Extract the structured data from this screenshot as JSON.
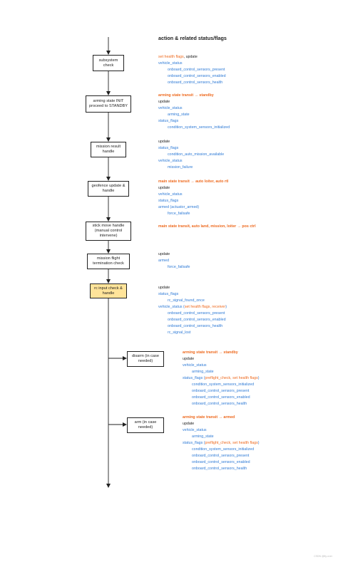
{
  "header": "action & related status/flags",
  "nodes": [
    {
      "id": "subsystem",
      "label": "subsystem check",
      "highlight": false
    },
    {
      "id": "arming-init",
      "label": "arming state INIT proceed to STANDBY",
      "highlight": false
    },
    {
      "id": "mission-result",
      "label": "mission result handle",
      "highlight": false
    },
    {
      "id": "geofence",
      "label": "geofence update & handle",
      "highlight": false
    },
    {
      "id": "stick-move",
      "label": "stick move handle (manual control intervene)",
      "highlight": false
    },
    {
      "id": "flight-term",
      "label": "mission flight termination check",
      "highlight": false
    },
    {
      "id": "rc-input",
      "label": "rc input check & handle",
      "highlight": true
    },
    {
      "id": "disarm",
      "label": "disarm (in case needed)",
      "highlight": false
    },
    {
      "id": "arm",
      "label": "arm (in case needed)",
      "highlight": false
    }
  ],
  "annotations": [
    {
      "id": "subsystem",
      "lines": [
        {
          "indent": 0,
          "spans": [
            {
              "t": "set health flags",
              "c": "org"
            },
            {
              "t": ", update",
              "c": "dark"
            }
          ]
        },
        {
          "indent": 0,
          "spans": [
            {
              "t": "vehicle_status",
              "c": "blue"
            }
          ]
        },
        {
          "indent": 1,
          "spans": [
            {
              "t": "onboard_control_sensors_present",
              "c": "blue"
            }
          ]
        },
        {
          "indent": 1,
          "spans": [
            {
              "t": "onboard_control_sensors_enabled",
              "c": "blue"
            }
          ]
        },
        {
          "indent": 1,
          "spans": [
            {
              "t": "onboard_control_sensors_health",
              "c": "blue"
            }
          ]
        }
      ]
    },
    {
      "id": "arming-init",
      "lines": [
        {
          "indent": 0,
          "spans": [
            {
              "t": "arming state transit → standby",
              "c": "ttl"
            }
          ]
        },
        {
          "indent": 0,
          "spans": [
            {
              "t": "update",
              "c": "dark"
            }
          ]
        },
        {
          "indent": 0,
          "spans": [
            {
              "t": "vehicle_status",
              "c": "blue"
            }
          ]
        },
        {
          "indent": 1,
          "spans": [
            {
              "t": "arming_state",
              "c": "blue"
            }
          ]
        },
        {
          "indent": 0,
          "spans": [
            {
              "t": "status_flags",
              "c": "blue"
            }
          ]
        },
        {
          "indent": 1,
          "spans": [
            {
              "t": "condition_system_sensors_initialized",
              "c": "blue"
            }
          ]
        }
      ]
    },
    {
      "id": "mission-result",
      "lines": [
        {
          "indent": 0,
          "spans": [
            {
              "t": "update",
              "c": "dark"
            }
          ]
        },
        {
          "indent": 0,
          "spans": [
            {
              "t": "status_flags",
              "c": "blue"
            }
          ]
        },
        {
          "indent": 1,
          "spans": [
            {
              "t": "condition_auto_mission_available",
              "c": "blue"
            }
          ]
        },
        {
          "indent": 0,
          "spans": [
            {
              "t": "vehicle_status",
              "c": "blue"
            }
          ]
        },
        {
          "indent": 1,
          "spans": [
            {
              "t": "mission_failure",
              "c": "blue"
            }
          ]
        }
      ]
    },
    {
      "id": "geofence",
      "lines": [
        {
          "indent": 0,
          "spans": [
            {
              "t": "main state transit → auto loiter, auto rtl",
              "c": "ttl"
            }
          ]
        },
        {
          "indent": 0,
          "spans": [
            {
              "t": "update",
              "c": "dark"
            }
          ]
        },
        {
          "indent": 0,
          "spans": [
            {
              "t": "vehicle_status",
              "c": "blue"
            }
          ]
        },
        {
          "indent": 0,
          "spans": [
            {
              "t": "status_flags",
              "c": "blue"
            }
          ]
        },
        {
          "indent": 0,
          "spans": [
            {
              "t": "armed (actuator_armed)",
              "c": "blue"
            }
          ]
        },
        {
          "indent": 1,
          "spans": [
            {
              "t": "force_failsafe",
              "c": "blue"
            }
          ]
        }
      ]
    },
    {
      "id": "stick-move",
      "lines": [
        {
          "indent": 0,
          "spans": [
            {
              "t": "main state transit, auto land, mission, loiter → pos ctrl",
              "c": "ttl"
            }
          ]
        }
      ]
    },
    {
      "id": "flight-term",
      "lines": [
        {
          "indent": 0,
          "spans": [
            {
              "t": "update",
              "c": "dark"
            }
          ]
        },
        {
          "indent": 0,
          "spans": [
            {
              "t": "armed",
              "c": "blue"
            }
          ]
        },
        {
          "indent": 1,
          "spans": [
            {
              "t": "force_failsafe",
              "c": "blue"
            }
          ]
        }
      ]
    },
    {
      "id": "rc-input",
      "lines": [
        {
          "indent": 0,
          "spans": [
            {
              "t": "update",
              "c": "dark"
            }
          ]
        },
        {
          "indent": 0,
          "spans": [
            {
              "t": "status_flags",
              "c": "blue"
            }
          ]
        },
        {
          "indent": 1,
          "spans": [
            {
              "t": "rc_signal_found_once",
              "c": "blue"
            }
          ]
        },
        {
          "indent": 0,
          "spans": [
            {
              "t": "vehicle_status (",
              "c": "blue"
            },
            {
              "t": "set health flags, receiver",
              "c": "org"
            },
            {
              "t": ")",
              "c": "blue"
            }
          ]
        },
        {
          "indent": 1,
          "spans": [
            {
              "t": "onboard_control_sensors_present",
              "c": "blue"
            }
          ]
        },
        {
          "indent": 1,
          "spans": [
            {
              "t": "onboard_control_sensors_enabled",
              "c": "blue"
            }
          ]
        },
        {
          "indent": 1,
          "spans": [
            {
              "t": "onboard_control_sensors_health",
              "c": "blue"
            }
          ]
        },
        {
          "indent": 1,
          "spans": [
            {
              "t": "rc_signal_lost",
              "c": "blue"
            }
          ]
        }
      ]
    },
    {
      "id": "disarm",
      "lines": [
        {
          "indent": 0,
          "spans": [
            {
              "t": "arming state transit → standby",
              "c": "ttl"
            }
          ]
        },
        {
          "indent": 0,
          "spans": [
            {
              "t": "update",
              "c": "dark"
            }
          ]
        },
        {
          "indent": 0,
          "spans": [
            {
              "t": "vehicle_status",
              "c": "blue"
            }
          ]
        },
        {
          "indent": 1,
          "spans": [
            {
              "t": "arming_state",
              "c": "blue"
            }
          ]
        },
        {
          "indent": 0,
          "spans": [
            {
              "t": "status_flags (",
              "c": "blue"
            },
            {
              "t": "preflight_check, set health flags",
              "c": "org"
            },
            {
              "t": ")",
              "c": "blue"
            }
          ]
        },
        {
          "indent": 1,
          "spans": [
            {
              "t": "condition_system_sensors_initialized",
              "c": "blue"
            }
          ]
        },
        {
          "indent": 1,
          "spans": [
            {
              "t": "onboard_control_sensors_present",
              "c": "blue"
            }
          ]
        },
        {
          "indent": 1,
          "spans": [
            {
              "t": "onboard_control_sensors_enabled",
              "c": "blue"
            }
          ]
        },
        {
          "indent": 1,
          "spans": [
            {
              "t": "onboard_control_sensors_health",
              "c": "blue"
            }
          ]
        }
      ]
    },
    {
      "id": "arm",
      "lines": [
        {
          "indent": 0,
          "spans": [
            {
              "t": "arming state transit → armed",
              "c": "ttl"
            }
          ]
        },
        {
          "indent": 0,
          "spans": [
            {
              "t": "update",
              "c": "dark"
            }
          ]
        },
        {
          "indent": 0,
          "spans": [
            {
              "t": "vehicle_status",
              "c": "blue"
            }
          ]
        },
        {
          "indent": 1,
          "spans": [
            {
              "t": "arming_state",
              "c": "blue"
            }
          ]
        },
        {
          "indent": 0,
          "spans": [
            {
              "t": "status_flags (",
              "c": "blue"
            },
            {
              "t": "preflight_check, set health flags",
              "c": "org"
            },
            {
              "t": ")",
              "c": "blue"
            }
          ]
        },
        {
          "indent": 1,
          "spans": [
            {
              "t": "condition_system_sensors_initialized",
              "c": "blue"
            }
          ]
        },
        {
          "indent": 1,
          "spans": [
            {
              "t": "onboard_control_sensors_present",
              "c": "blue"
            }
          ]
        },
        {
          "indent": 1,
          "spans": [
            {
              "t": "onboard_control_sensors_enabled",
              "c": "blue"
            }
          ]
        },
        {
          "indent": 1,
          "spans": [
            {
              "t": "onboard_control_sensors_health",
              "c": "blue"
            }
          ]
        }
      ]
    }
  ],
  "watermark": "CSDN @fly-over",
  "colors": {
    "highlight_box": "#ffe49a",
    "title_orange": "#ee6a1f",
    "field_blue": "#2f7bd6",
    "line": "#222222"
  }
}
